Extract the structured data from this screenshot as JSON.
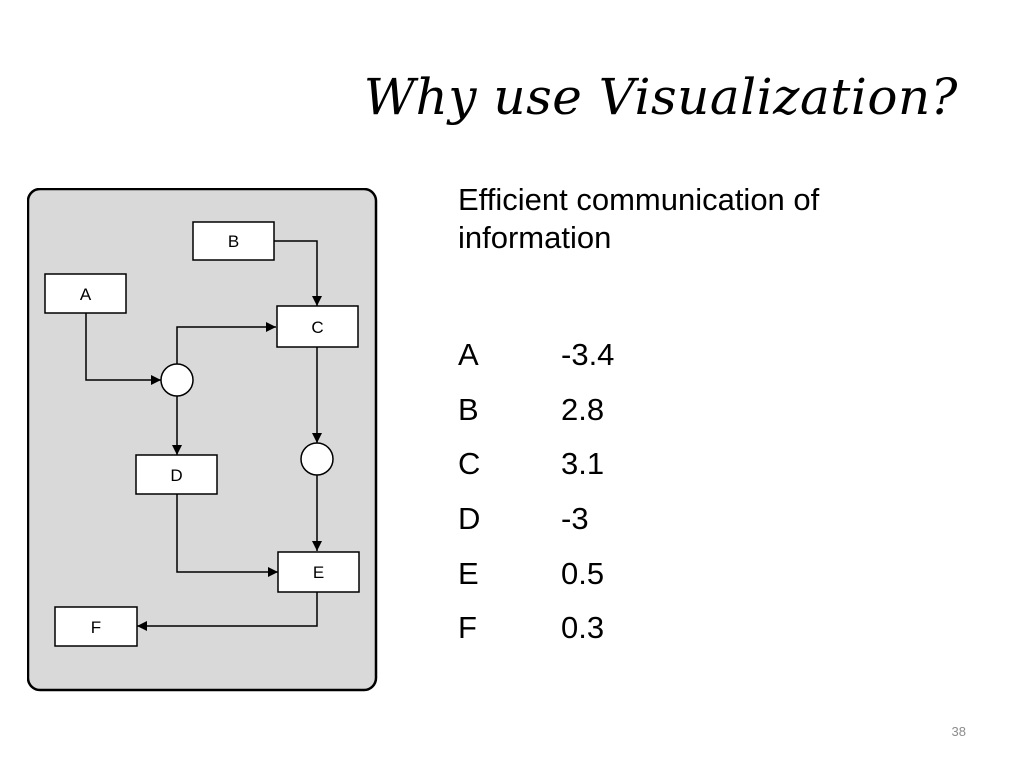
{
  "slide": {
    "title": "Why use Visualization?",
    "intro": "Efficient communication of information",
    "page_number": "38"
  },
  "diagram": {
    "background": "#d9d9d9",
    "nodes": [
      {
        "id": "B",
        "label": "B"
      },
      {
        "id": "A",
        "label": "A"
      },
      {
        "id": "C",
        "label": "C"
      },
      {
        "id": "D",
        "label": "D"
      },
      {
        "id": "E",
        "label": "E"
      },
      {
        "id": "F",
        "label": "F"
      }
    ],
    "junctions": [
      "J1",
      "J2"
    ],
    "edges": [
      {
        "from": "A",
        "to": "J1"
      },
      {
        "from": "J1",
        "to": "C"
      },
      {
        "from": "J1",
        "to": "D"
      },
      {
        "from": "B",
        "to": "C"
      },
      {
        "from": "C",
        "to": "J2"
      },
      {
        "from": "J2",
        "to": "E"
      },
      {
        "from": "D",
        "to": "E"
      },
      {
        "from": "E",
        "to": "F"
      }
    ]
  },
  "values": [
    {
      "key": "A",
      "value": "-3.4"
    },
    {
      "key": "B",
      "value": "2.8"
    },
    {
      "key": "C",
      "value": "3.1"
    },
    {
      "key": "D",
      "value": "-3"
    },
    {
      "key": "E",
      "value": "0.5"
    },
    {
      "key": "F",
      "value": "0.3"
    }
  ]
}
